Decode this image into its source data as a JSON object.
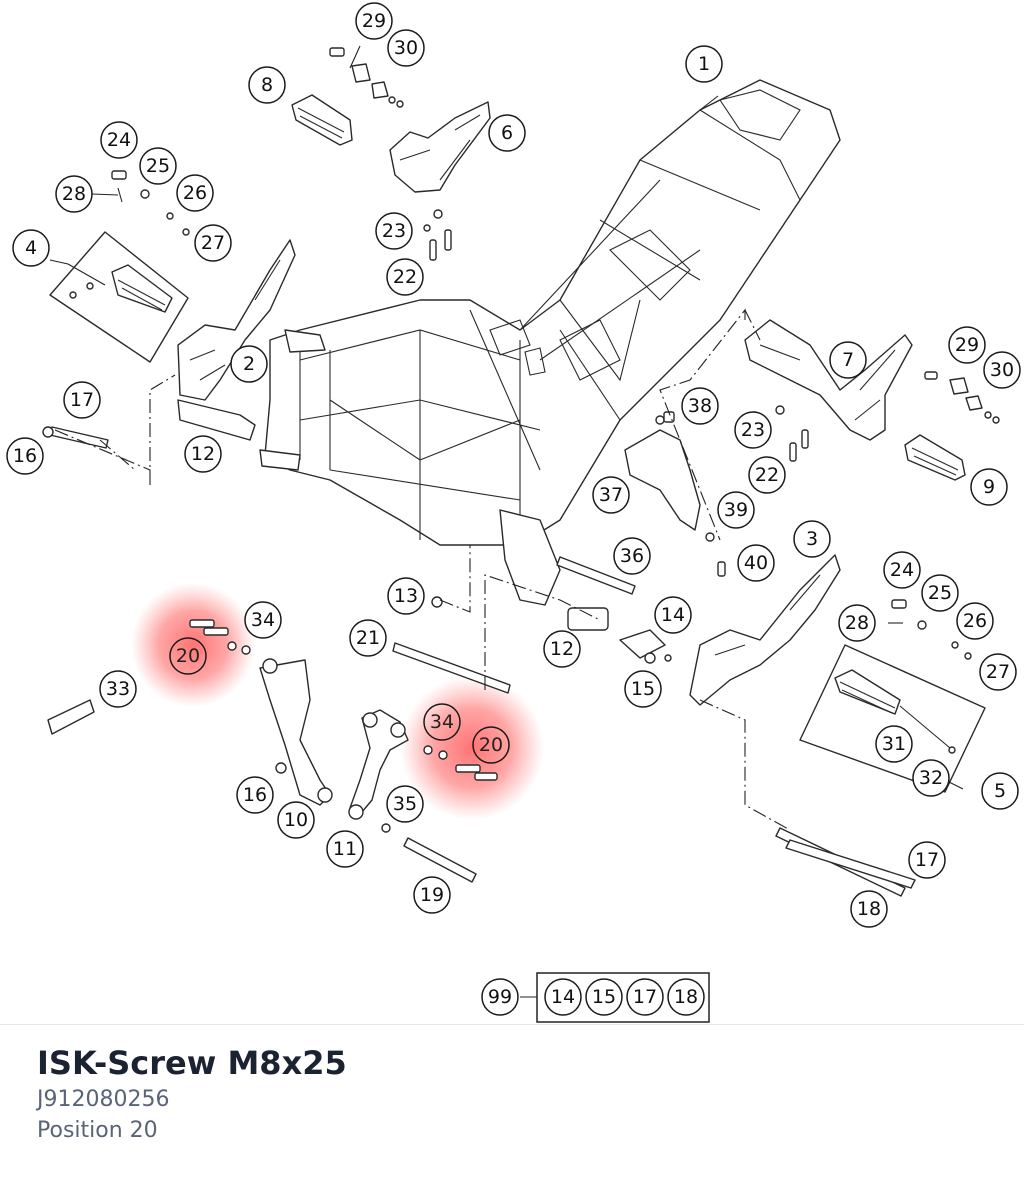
{
  "part": {
    "title": "ISK-Screw M8x25",
    "number": "J912080256",
    "position": "Position 20"
  },
  "highlight": {
    "color": "#ff5a5a",
    "position": "20"
  },
  "callouts": {
    "c1": "1",
    "c2": "2",
    "c3": "3",
    "c4": "4",
    "c5": "5",
    "c6": "6",
    "c7": "7",
    "c8": "8",
    "c9": "9",
    "c10": "10",
    "c11": "11",
    "c12a": "12",
    "c12b": "12",
    "c13": "13",
    "c14": "14",
    "c15": "15",
    "c16a": "16",
    "c16b": "16",
    "c17a": "17",
    "c17b": "17",
    "c18": "18",
    "c19": "19",
    "c20a": "20",
    "c20b": "20",
    "c21": "21",
    "c22a": "22",
    "c22b": "22",
    "c23a": "23",
    "c23b": "23",
    "c24a": "24",
    "c24b": "24",
    "c25a": "25",
    "c25b": "25",
    "c26a": "26",
    "c26b": "26",
    "c27a": "27",
    "c27b": "27",
    "c28a": "28",
    "c28b": "28",
    "c29a": "29",
    "c29b": "29",
    "c30a": "30",
    "c30b": "30",
    "c31": "31",
    "c32": "32",
    "c33": "33",
    "c34a": "34",
    "c34b": "34",
    "c35": "35",
    "c36": "36",
    "c37": "37",
    "c38": "38",
    "c39": "39",
    "c40": "40"
  },
  "kit": {
    "id": "99",
    "items": [
      "14",
      "15",
      "17",
      "18"
    ]
  }
}
